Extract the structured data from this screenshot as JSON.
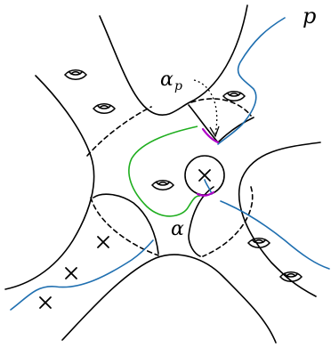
{
  "labels": {
    "p": "p",
    "alpha_p_main": "α",
    "alpha_p_sub": "p",
    "alpha": "α"
  },
  "colors": {
    "boundary": "#000000",
    "blue_curve": "#1f6fb0",
    "green_curve": "#1fae1f",
    "magenta_arc": "#b000c8"
  },
  "icons": {
    "handle": "genus-handle-icon",
    "puncture": "cross-marker-icon"
  }
}
